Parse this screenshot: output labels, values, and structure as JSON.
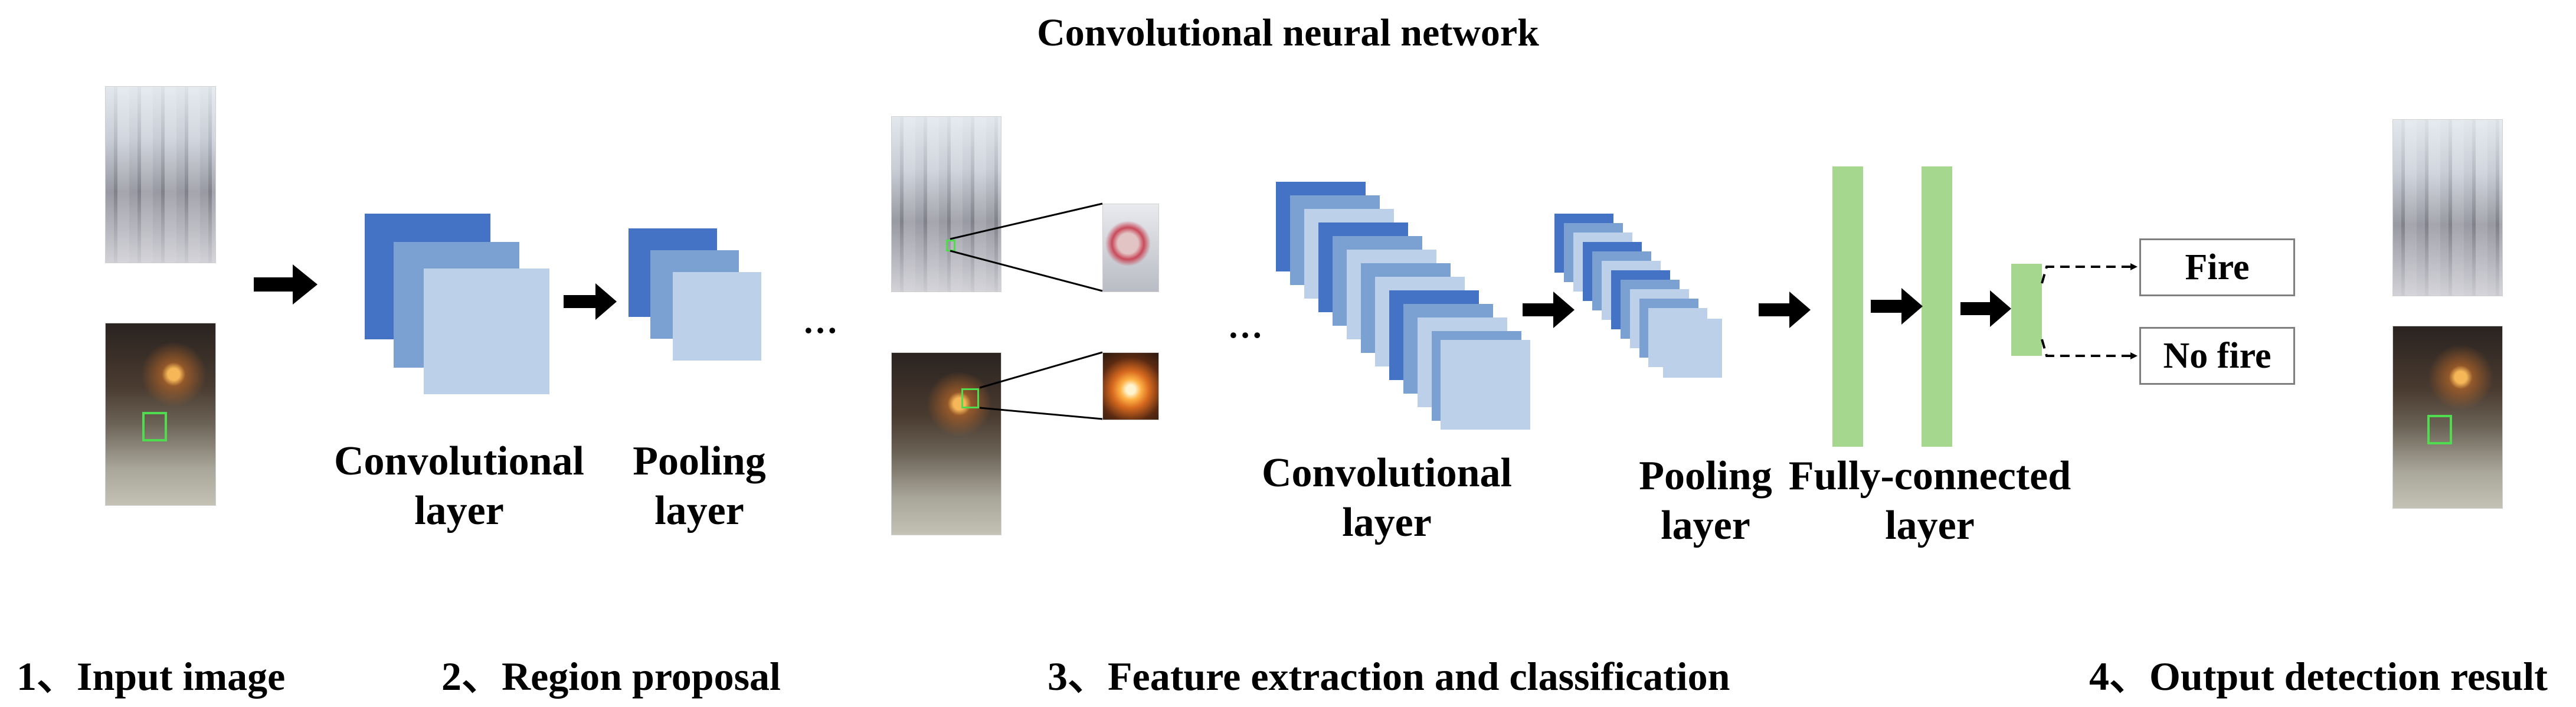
{
  "title": "Convolutional neural network",
  "labels": {
    "conv1_line1": "Convolutional",
    "conv1_line2": "layer",
    "pool1_line1": "Pooling",
    "pool1_line2": "layer",
    "conv2_line1": "Convolutional",
    "conv2_line2": "layer",
    "pool2_line1": "Pooling",
    "pool2_line2": "layer",
    "fc_line1": "Fully-connected",
    "fc_line2": "layer"
  },
  "outputs": {
    "fire": "Fire",
    "no_fire": "No fire"
  },
  "ellipsis": "…",
  "steps": [
    "1、Input image",
    "2、Region proposal",
    "3、Feature extraction and classification",
    "4、Output detection result"
  ],
  "colors": {
    "layer_dark": "#4472c4",
    "layer_mid": "#7ba0d2",
    "layer_light": "#bcd0ea",
    "fc_green": "#a6d78e",
    "arrow": "#000000"
  }
}
